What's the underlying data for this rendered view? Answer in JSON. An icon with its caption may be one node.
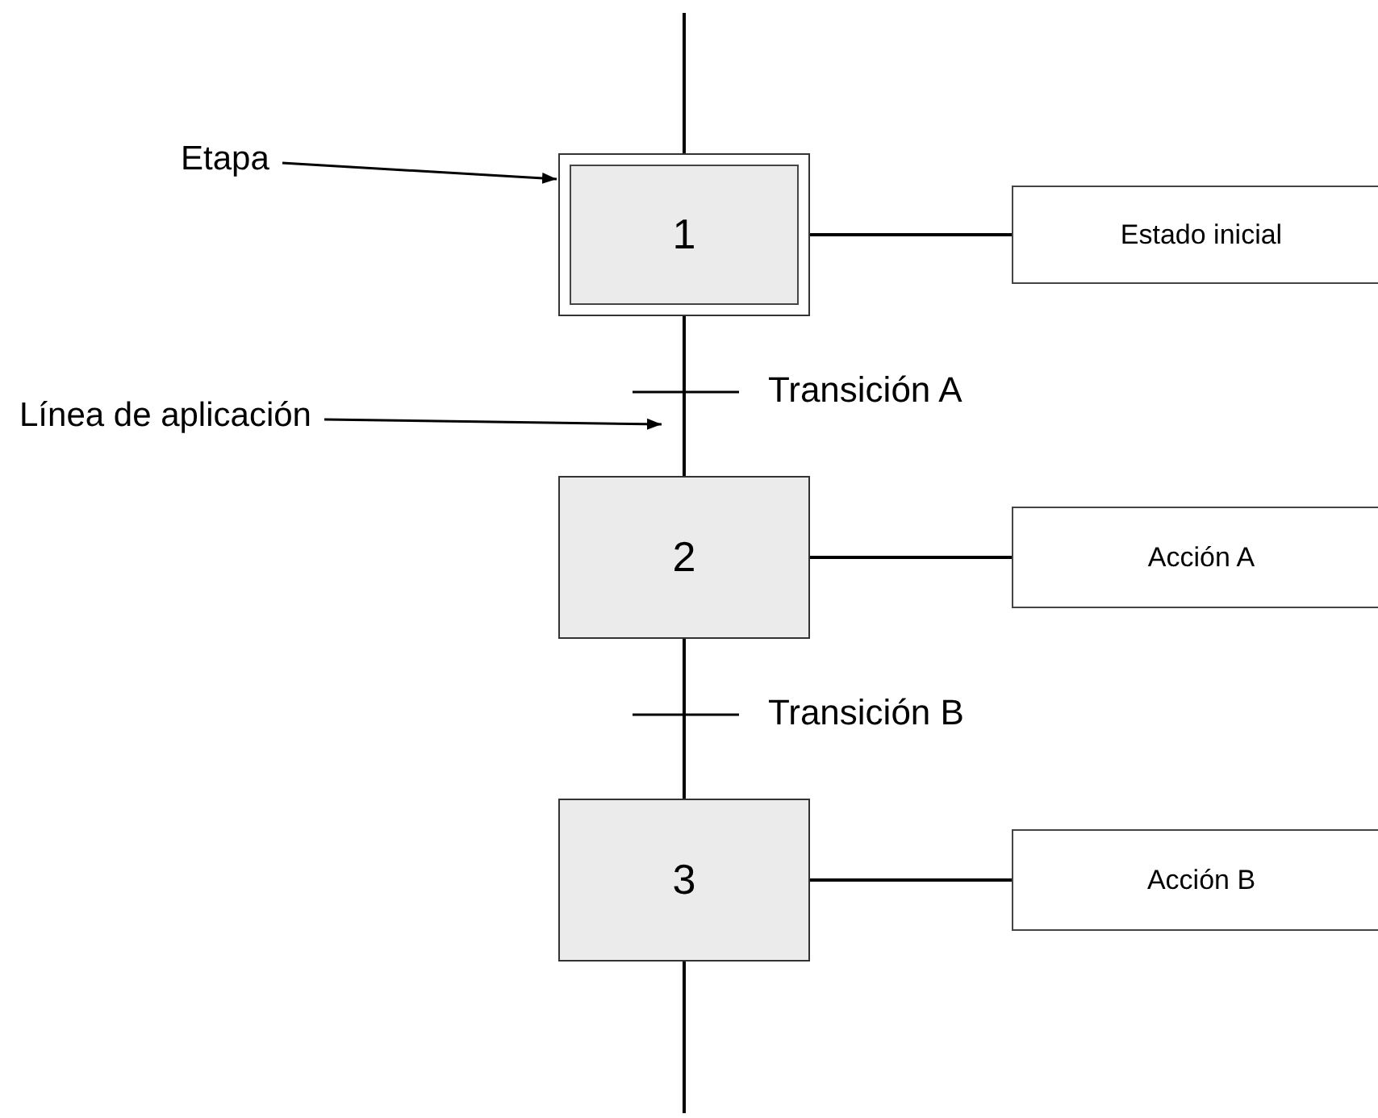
{
  "diagram": {
    "nodes": [
      {
        "text": [
          "Etapa"
        ]
      },
      {
        "text": [
          "1"
        ]
      },
      {
        "text": [
          "Estado inicial"
        ]
      },
      {
        "text": [
          "Línea de aplicación"
        ]
      },
      {
        "text": [
          "2"
        ]
      },
      {
        "text": [
          "Acción A"
        ]
      },
      {
        "text": [
          "3"
        ]
      },
      {
        "text": [
          "Acción B"
        ]
      }
    ],
    "edges": [
      {
        "from": null,
        "to": 1,
        "arrow": "none"
      },
      {
        "from": 1,
        "to": 4,
        "arrow": "none"
      },
      {
        "from": 4,
        "to": 6,
        "arrow": "none"
      },
      {
        "from": 6,
        "to": null,
        "arrow": "none"
      },
      {
        "from": 1,
        "to": 2,
        "arrow": "none"
      },
      {
        "from": 4,
        "to": 5,
        "arrow": "none"
      },
      {
        "from": 6,
        "to": 7,
        "arrow": "none"
      },
      {
        "from": 0,
        "to": 1,
        "arrow": "to"
      },
      {
        "from": 3,
        "to": null,
        "arrow": "to"
      }
    ],
    "labels": [
      "Transición A",
      "Transición B"
    ]
  }
}
